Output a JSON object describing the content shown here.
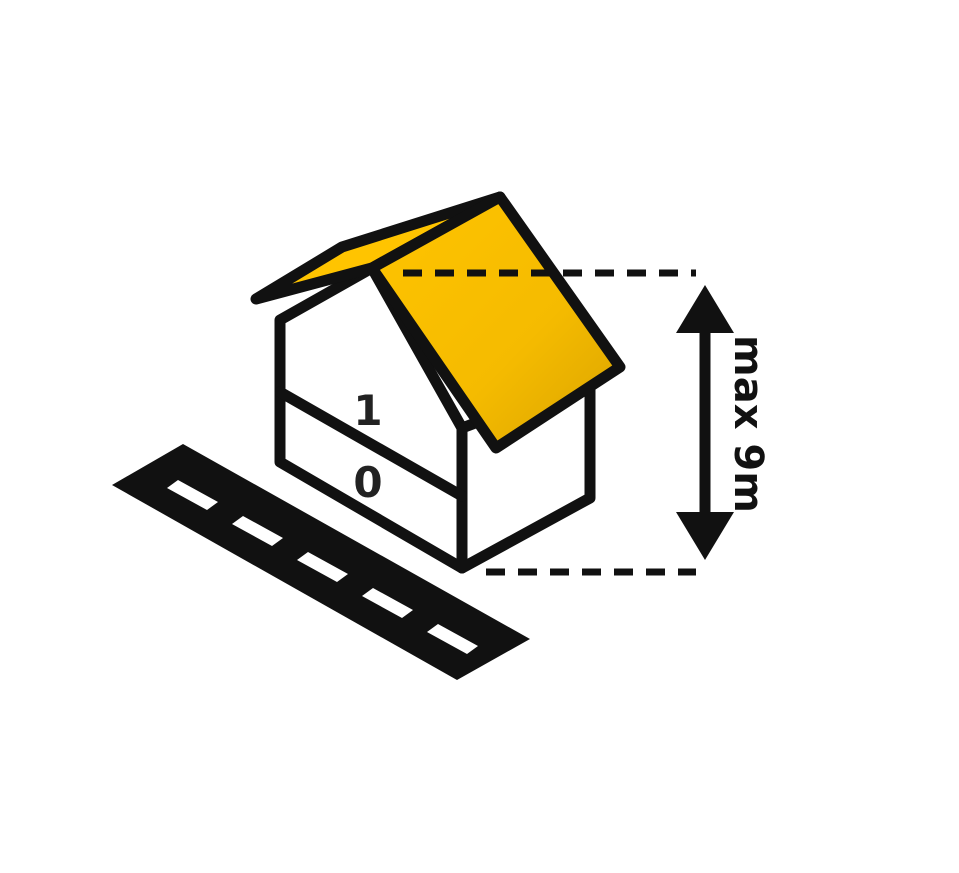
{
  "house": {
    "floors": [
      {
        "label": "0"
      },
      {
        "label": "1"
      }
    ]
  },
  "height_annotation": {
    "label": "max 9m"
  },
  "colors": {
    "roof": "#FFC400",
    "roof_shade": "#D9A300",
    "outline": "#111111",
    "wall": "#ffffff",
    "road": "#111111",
    "road_marking": "#ffffff"
  }
}
